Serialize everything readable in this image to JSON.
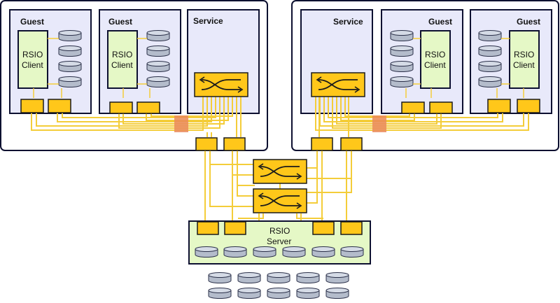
{
  "labels": {
    "guest": "Guest",
    "service": "Service",
    "rsio_client_line1": "RSIO",
    "rsio_client_line2": "Client",
    "rsio_server_line1": "RSIO",
    "rsio_server_line2": "Server"
  },
  "colors": {
    "outer_border": "#0d1030",
    "vm_fill": "#e8e9fa",
    "client_fill": "#e5f8c6",
    "port_fill": "#ffc71a",
    "wire": "#f4cd3a",
    "highlight": "#ea8a5c",
    "disk_fill": "#b4bccb"
  },
  "icons": [
    "switch-icon",
    "disk-icon",
    "port-icon"
  ]
}
